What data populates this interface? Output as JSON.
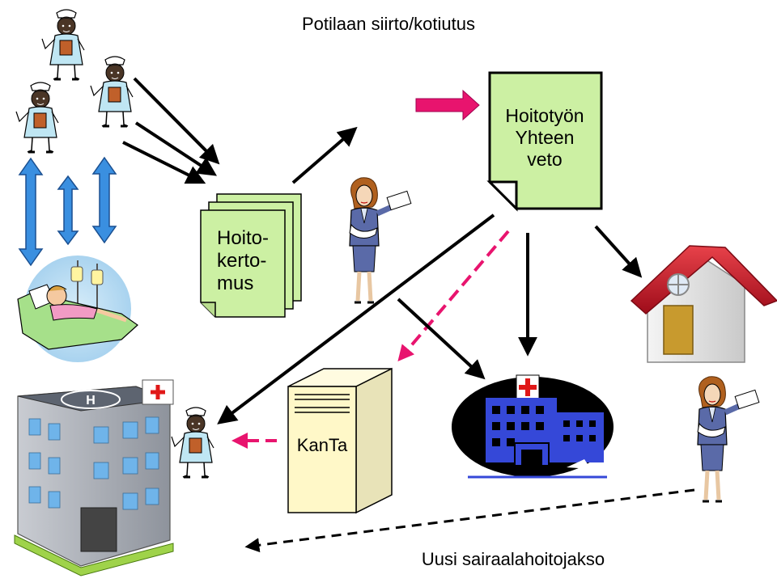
{
  "title": "Potilaan siirto/kotiutus",
  "nodes": {
    "care_record": {
      "lines": [
        "Hoito-",
        "kerto-",
        "mus"
      ]
    },
    "nursing_summary": {
      "lines": [
        "Hoitotyön",
        "Yhteen",
        "veto"
      ]
    },
    "kanta": {
      "label": "KanTa"
    }
  },
  "footer_label": "Uusi sairaalahoitojakso",
  "colors": {
    "document_fill": "#ccf0a3",
    "server_fill": "#fff8c8",
    "highlight_arrow": "#e8146e",
    "double_arrow": "#3a8fe0",
    "house_roof": "#c8102e",
    "hospital_blue": "#3548d8"
  },
  "icons": [
    "nurse-icon",
    "patient-in-bed-icon",
    "woman-with-sling-icon",
    "hospital-building-icon",
    "health-center-icon",
    "house-icon",
    "server-icon"
  ]
}
